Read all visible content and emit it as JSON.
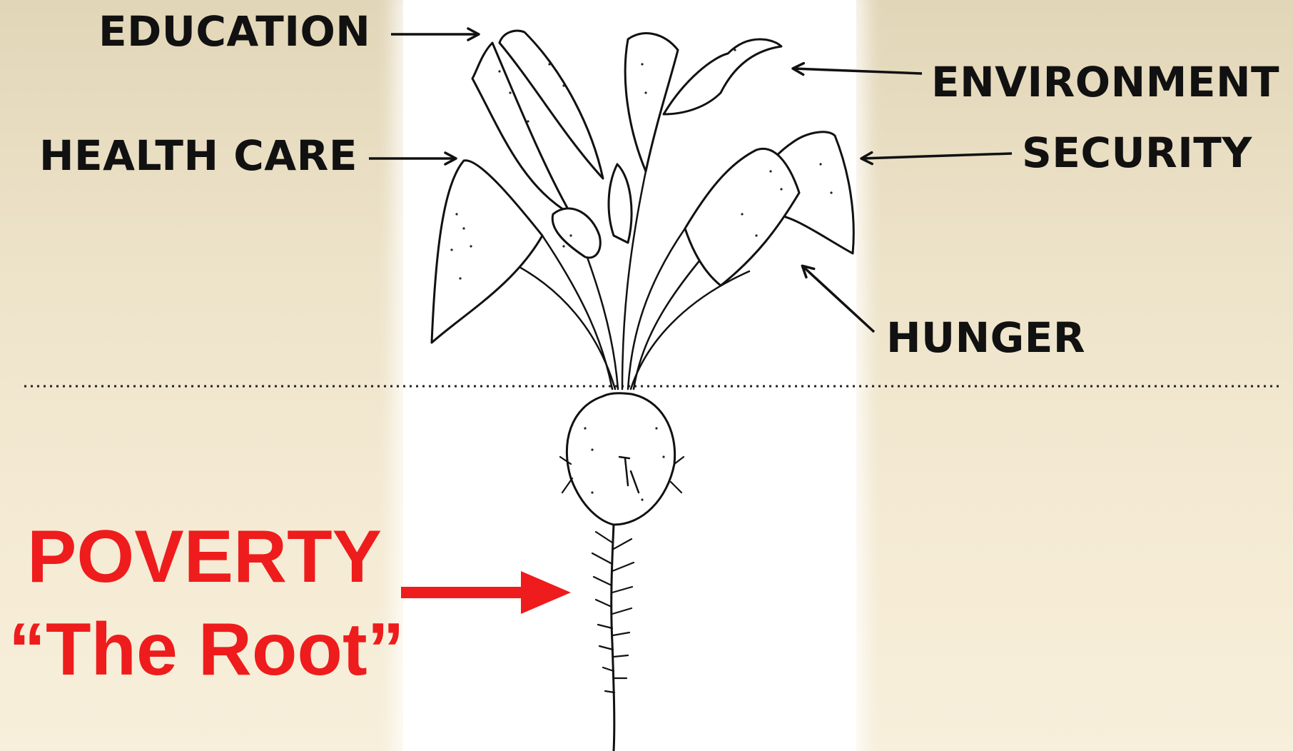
{
  "labels": {
    "education": "EDUCATION",
    "environment": "ENVIRONMENT",
    "health_care": "HEALTH CARE",
    "security": "SECURITY",
    "hunger": "HUNGER"
  },
  "root": {
    "title": "POVERTY",
    "subtitle": "“The Root”"
  },
  "colors": {
    "label": "#111111",
    "accent": "#ee1c1c",
    "panel": "#ffffff"
  }
}
